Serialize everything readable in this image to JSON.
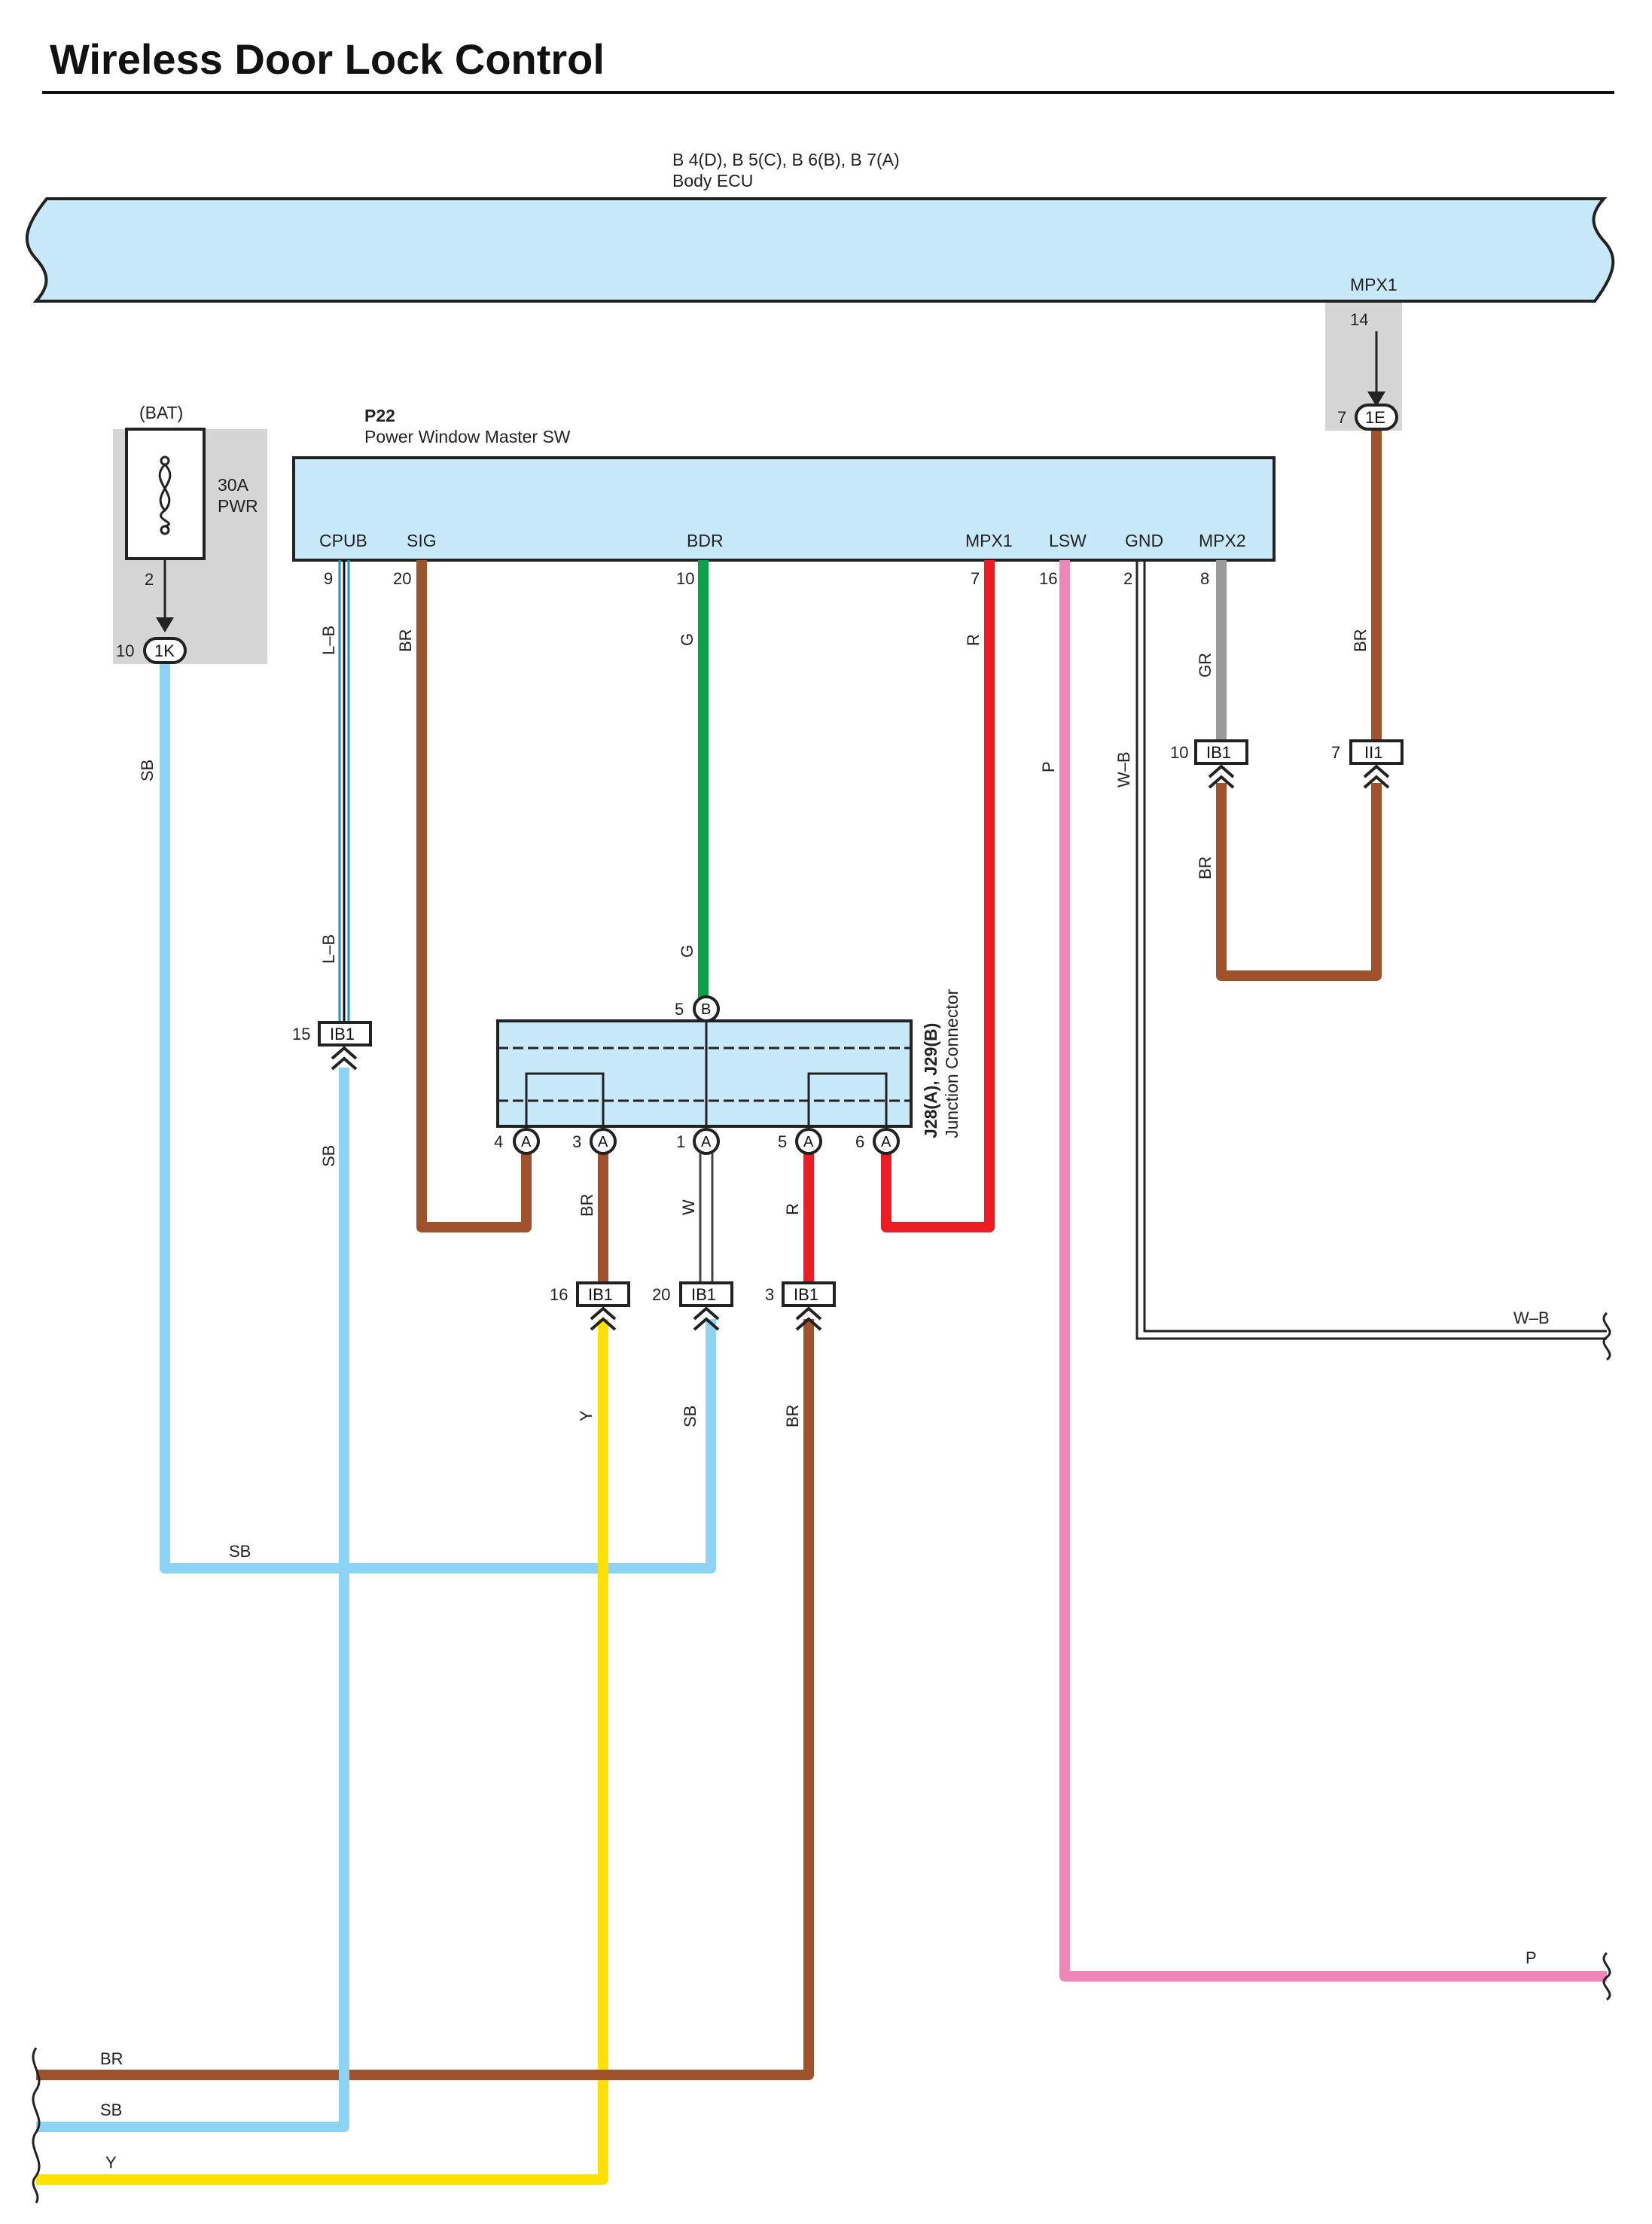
{
  "title": "Wireless Door Lock Control",
  "colors": {
    "SB": "#8dd3f3",
    "BR": "#a0522d",
    "G": "#0aa14a",
    "R": "#ec1c24",
    "P": "#ef86b8",
    "Y": "#ffe100",
    "GR": "#9a9a9a",
    "LB": "#1e90c8",
    "component_fill": "#c8e9fa",
    "shade": "#d6d6d6"
  },
  "body_ecu": {
    "ref": "B 4(D), B 5(C), B 6(B), B 7(A)",
    "name": "Body ECU",
    "terminal_name": "MPX1",
    "terminal_pin": "14"
  },
  "bat_fuse": {
    "label": "(BAT)",
    "rating": "30A",
    "name": "PWR",
    "pin": "2",
    "conn_pin": "10",
    "conn_code": "1K"
  },
  "ecu_conn": {
    "pin": "7",
    "code": "1E"
  },
  "p22": {
    "ref": "P22",
    "name": "Power Window Master SW",
    "terminals": [
      {
        "name": "CPUB",
        "pin": "9"
      },
      {
        "name": "SIG",
        "pin": "20"
      },
      {
        "name": "BDR",
        "pin": "10"
      },
      {
        "name": "MPX1",
        "pin": "7"
      },
      {
        "name": "LSW",
        "pin": "16"
      },
      {
        "name": "GND",
        "pin": "2"
      },
      {
        "name": "MPX2",
        "pin": "8"
      }
    ]
  },
  "junction": {
    "ref": "J28(A), J29(B)",
    "name": "Junction Connector",
    "top_pin": "5",
    "top_letter": "B",
    "pins": [
      {
        "pin": "4",
        "letter": "A"
      },
      {
        "pin": "3",
        "letter": "A"
      },
      {
        "pin": "1",
        "letter": "A"
      },
      {
        "pin": "5",
        "letter": "A"
      },
      {
        "pin": "6",
        "letter": "A"
      }
    ]
  },
  "connectors": [
    {
      "pin": "15",
      "code": "IB1"
    },
    {
      "pin": "10",
      "code": "IB1"
    },
    {
      "pin": "7",
      "code": "II1"
    },
    {
      "pin": "16",
      "code": "IB1"
    },
    {
      "pin": "20",
      "code": "IB1"
    },
    {
      "pin": "3",
      "code": "IB1"
    }
  ],
  "wire_labels": {
    "sb_left": "SB",
    "lb_upper": "L–B",
    "lb_lower": "L–B",
    "sb_cpub": "SB",
    "br_sig": "BR",
    "g_upper": "G",
    "g_lower": "G",
    "r_mpx1": "R",
    "p_lsw": "P",
    "wb_gnd": "W–B",
    "gr_mpx2": "GR",
    "br_ecu": "BR",
    "br_loop": "BR",
    "br_j3": "BR",
    "w_j1": "W",
    "r_j5": "R",
    "y_low": "Y",
    "sb_low": "SB",
    "br_low": "BR",
    "sb_horiz": "SB",
    "wb_right": "W–B",
    "p_right": "P",
    "br_bottom": "BR",
    "sb_bottom": "SB",
    "y_bottom": "Y"
  }
}
